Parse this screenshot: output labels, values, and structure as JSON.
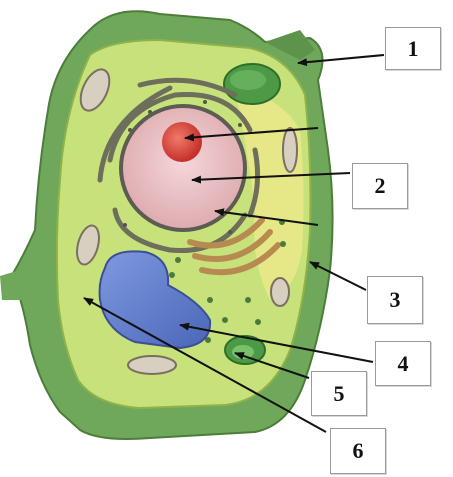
{
  "labels": [
    "1",
    "2",
    "3",
    "4",
    "5",
    "6"
  ],
  "colors": {
    "cell_wall": "#6fa85a",
    "cytoplasm": "#c7e27a",
    "nucleus": "#e7bcc0",
    "nucleolus": "#d8473e",
    "vacuole": "#5b79c8",
    "chloroplast": "#4c9a45",
    "golgi": "#b78a4f",
    "er": "#7a7a68",
    "pointer": "#111111"
  }
}
